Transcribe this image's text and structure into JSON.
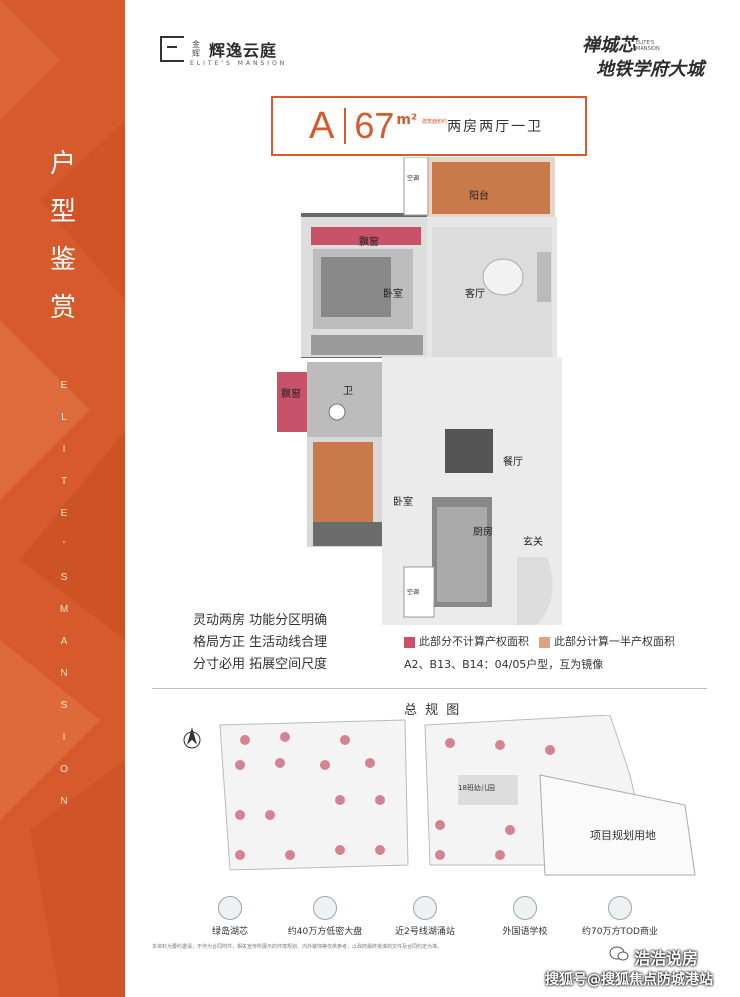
{
  "sidebar": {
    "title_chars": [
      "户",
      "型",
      "鉴",
      "赏"
    ],
    "subtitle_chars": [
      "E",
      "L",
      "I",
      "T",
      "E",
      "'",
      "S",
      "M",
      "A",
      "N",
      "S",
      "I",
      "O",
      "N"
    ],
    "color": "#d65a2b"
  },
  "header": {
    "logo_small": "金辉",
    "logo_name": "辉逸云庭",
    "logo_en": "ELITE'S MANSION",
    "slogan_line1": "禅城芯",
    "slogan_line2": "地铁学府大城",
    "slogan_badge": "ELITE'S MANSION"
  },
  "unit": {
    "letter": "A",
    "area": "67",
    "unit_label": "m²",
    "area_note": "建筑面积约",
    "rooms": "两房两厅一卫"
  },
  "floorplan": {
    "rooms": {
      "balcony": "阳台",
      "bay_top": "飘窗",
      "bedroom1": "卧室",
      "living": "客厅",
      "bay_left": "飘窗",
      "bath": "卫",
      "dining": "餐厅",
      "bedroom2": "卧室",
      "kitchen": "厨房",
      "entry": "玄关",
      "ac1": "空调",
      "ac2": "空调"
    }
  },
  "features": [
    "灵动两房 功能分区明确",
    "格局方正 生活动线合理",
    "分寸必用 拓展空间尺度"
  ],
  "legend": {
    "item1": "此部分不计算产权面积",
    "item1_color": "#c8526a",
    "item2": "此部分计算一半产权面积",
    "item2_color": "#e0a27f",
    "mirror_note": "A2、B13、B14：04/05户型，互为镜像"
  },
  "masterplan": {
    "title": "总 规 图",
    "kindergarten": "18班幼儿园",
    "land": "项目规划用地"
  },
  "amenities": [
    "绿岛湖芯",
    "约40万方低密大盘",
    "近2号线湖涌站",
    "外国语学校",
    "约70万方TOD商业"
  ],
  "disclaimer": "本资料为要约邀请，不作为合同附件，相关宣传所展示的环境规划、内外装饰等仅供参考，以政府最终批准的文件及合同约定为准。",
  "watermark": {
    "line1": "浩浩说房",
    "line2": "搜狐号@搜狐焦点防城港站"
  }
}
